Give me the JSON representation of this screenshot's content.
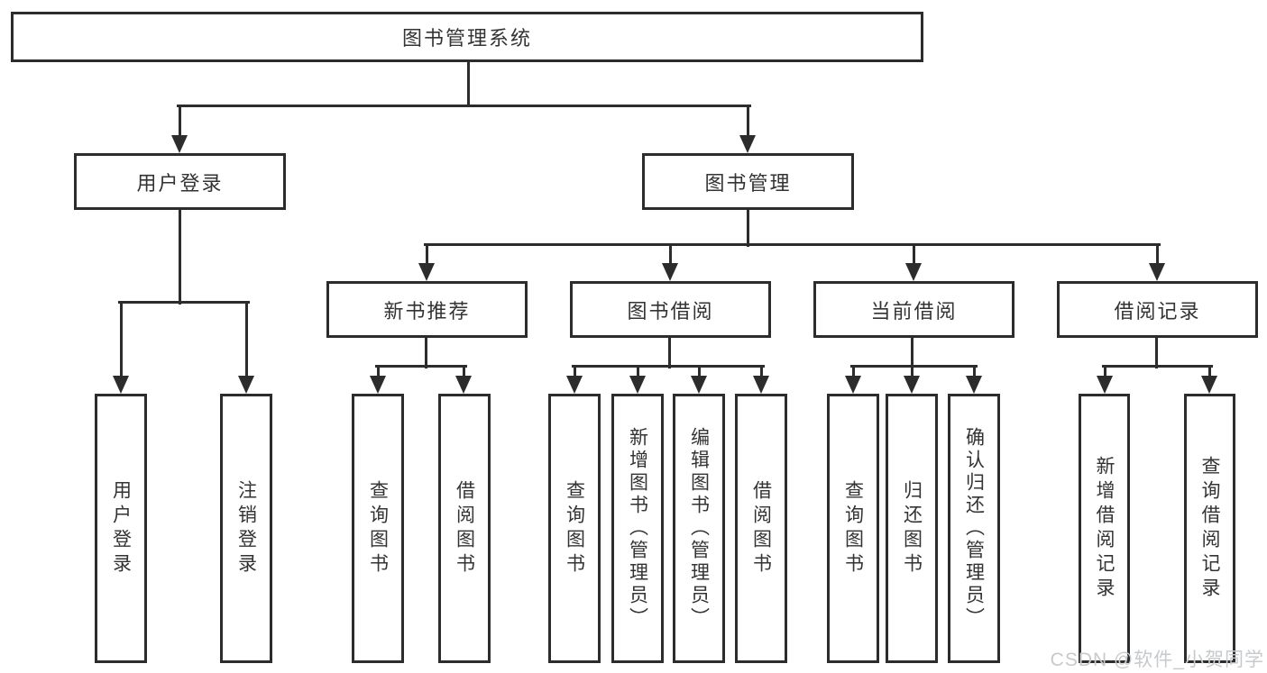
{
  "diagram": {
    "root": "图书管理系统",
    "branches": [
      {
        "label": "用户登录",
        "children": [
          "用户登录",
          "注销登录"
        ]
      },
      {
        "label": "图书管理",
        "sections": [
          {
            "label": "新书推荐",
            "children": [
              "查询图书",
              "借阅图书"
            ]
          },
          {
            "label": "图书借阅",
            "children": [
              "查询图书",
              "新增图书（管理员）",
              "编辑图书（管理员）",
              "借阅图书"
            ]
          },
          {
            "label": "当前借阅",
            "children": [
              "查询图书",
              "归还图书",
              "确认归还（管理员）"
            ]
          },
          {
            "label": "借阅记录",
            "children": [
              "新增借阅记录",
              "查询借阅记录"
            ]
          }
        ]
      }
    ]
  },
  "colors": {
    "line": "#2c2c2c",
    "text": "#333333",
    "watermark": "#c7cacc"
  },
  "watermark": "CSDN @软件_小贺同学"
}
